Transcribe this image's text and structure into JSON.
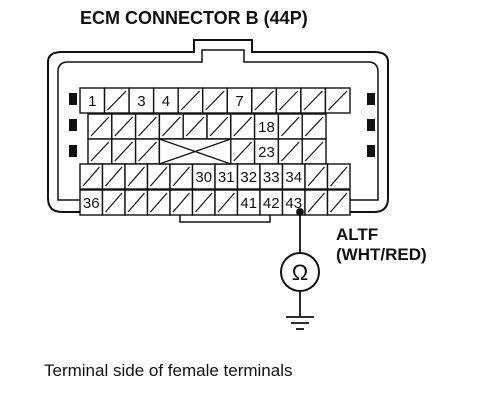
{
  "title": "ECM CONNECTOR B (44P)",
  "signal": {
    "name": "ALTF",
    "wire": "(WHT/RED)"
  },
  "meter_symbol": "Ω",
  "caption": "Terminal side of female terminals",
  "rows": [
    [
      "1",
      "",
      "3",
      "4",
      "",
      "",
      "7",
      "",
      "",
      "",
      ""
    ],
    [
      "",
      "",
      "",
      "",
      "",
      "",
      "",
      "18",
      "",
      ""
    ],
    [
      "",
      "",
      "",
      "",
      "",
      "",
      "",
      "23",
      "",
      ""
    ],
    [
      "",
      "",
      "",
      "",
      "",
      "30",
      "31",
      "32",
      "33",
      "34",
      "",
      ""
    ],
    [
      "36",
      "",
      "",
      "",
      "",
      "",
      "",
      "41",
      "42",
      "43",
      "",
      ""
    ]
  ],
  "unused_block_row": 2,
  "probed_terminal": "43"
}
